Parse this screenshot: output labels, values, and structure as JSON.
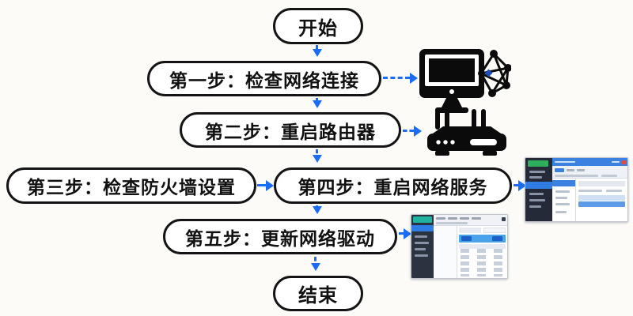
{
  "theme": {
    "bg": "#fcfbf8",
    "arrow": "#1b6cf5",
    "node_border": "#141414",
    "node_fill": "#ffffff",
    "text": "#111111"
  },
  "diagram": {
    "type": "flowchart",
    "language": "zh-CN",
    "nodes": {
      "start": {
        "label": "开始",
        "shape": "terminal"
      },
      "step1": {
        "label": "第一步：检查网络连接",
        "shape": "process"
      },
      "step2": {
        "label": "第二步：重启路由器",
        "shape": "process"
      },
      "step3": {
        "label": "第三步：检查防火墙设置",
        "shape": "process"
      },
      "step4": {
        "label": "第四步：重启网络服务",
        "shape": "process"
      },
      "step5": {
        "label": "第五步：更新网络驱动",
        "shape": "process"
      },
      "end": {
        "label": "结束",
        "shape": "terminal"
      }
    },
    "edges": [
      {
        "from": "start",
        "to": "step1",
        "style": "dashed-blue"
      },
      {
        "from": "step1",
        "to": "computer-network-icon",
        "style": "dashed-blue"
      },
      {
        "from": "step1",
        "to": "step2",
        "style": "dashed-blue"
      },
      {
        "from": "step2",
        "to": "router-icon",
        "style": "dashed-blue"
      },
      {
        "from": "step2",
        "to": "step4",
        "style": "dashed-blue"
      },
      {
        "from": "step3",
        "to": "step4",
        "style": "dashed-blue"
      },
      {
        "from": "step4",
        "to": "services-window-screenshot",
        "style": "dashed-blue"
      },
      {
        "from": "step4",
        "to": "step5",
        "style": "dashed-blue"
      },
      {
        "from": "step5",
        "to": "driver-window-screenshot",
        "style": "dashed-blue"
      },
      {
        "from": "step5",
        "to": "end",
        "style": "dashed-blue"
      }
    ],
    "icons": [
      {
        "id": "computer-network-icon",
        "desc": "desktop monitor with network graph"
      },
      {
        "id": "router-icon",
        "desc": "wireless router with four antennas"
      },
      {
        "id": "services-window-screenshot",
        "desc": "app window thumbnail with dark sidebar and blue titlebar"
      },
      {
        "id": "driver-window-screenshot",
        "desc": "app window thumbnail with dark sidebar, blue banner and data table"
      }
    ]
  }
}
